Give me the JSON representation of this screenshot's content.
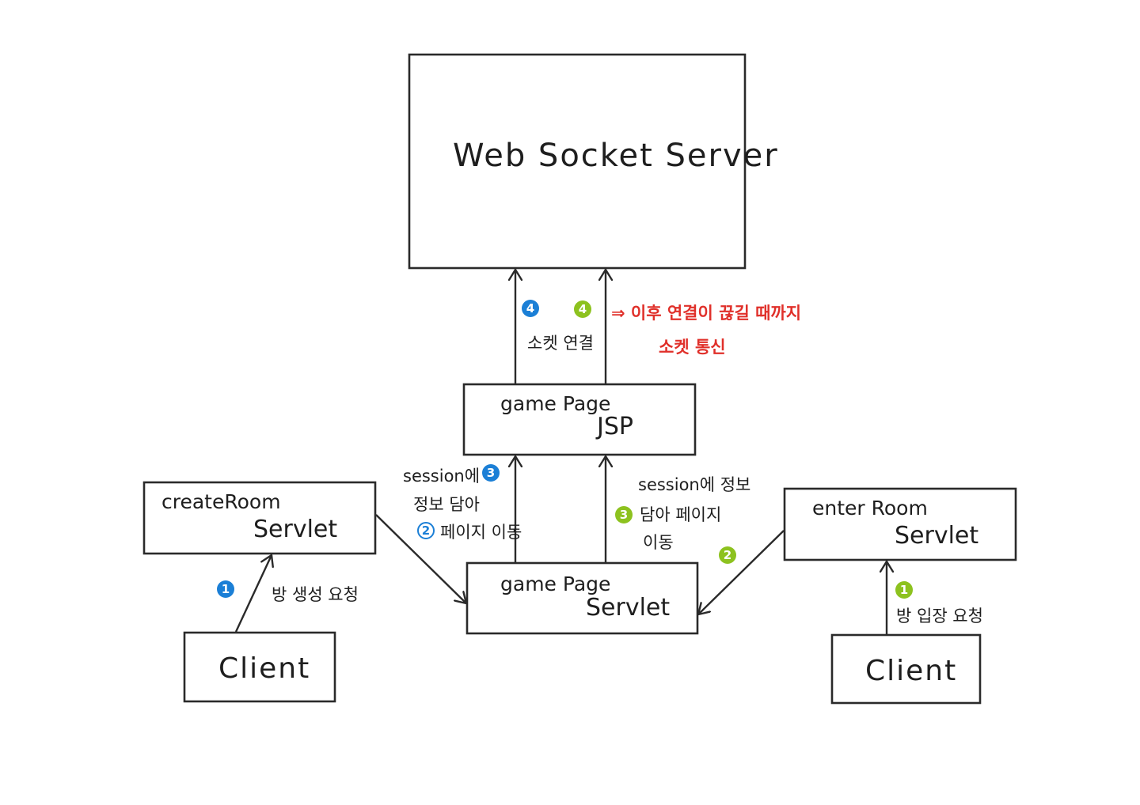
{
  "colors": {
    "ink": "#2a2a2a",
    "blue": "#1b7fd6",
    "green": "#8dc21f",
    "red": "#e0302a"
  },
  "boxes": {
    "websocket": {
      "label": "Web Socket Server"
    },
    "gamepage_jsp": {
      "line1": "game Page",
      "line2": "JSP"
    },
    "createroom": {
      "line1": "createRoom",
      "line2": "Servlet"
    },
    "gamepage_servlet": {
      "line1": "game Page",
      "line2": "Servlet"
    },
    "enterroom": {
      "line1": "enter Room",
      "line2": "Servlet"
    },
    "client_left": {
      "label": "Client"
    },
    "client_right": {
      "label": "Client"
    }
  },
  "badges": {
    "blue_1": "1",
    "blue_2": "2",
    "blue_3": "3",
    "blue_4": "4",
    "green_1": "1",
    "green_2": "2",
    "green_3": "3",
    "green_4": "4"
  },
  "notes": {
    "socket_connect": "소켓 연결",
    "after_line1": "⇒ 이후 연결이 끊길 때까지",
    "after_line2": "소켓 통신",
    "left_session_line1": "session에",
    "left_session_line2": "정보 담아",
    "left_page_move": "페이지 이동",
    "right_session_line1": "session에 정보",
    "right_session_line2": "담아 페이지",
    "right_session_line3": "이동",
    "create_request": "방 생성 요청",
    "enter_request": "방 입장 요청"
  }
}
